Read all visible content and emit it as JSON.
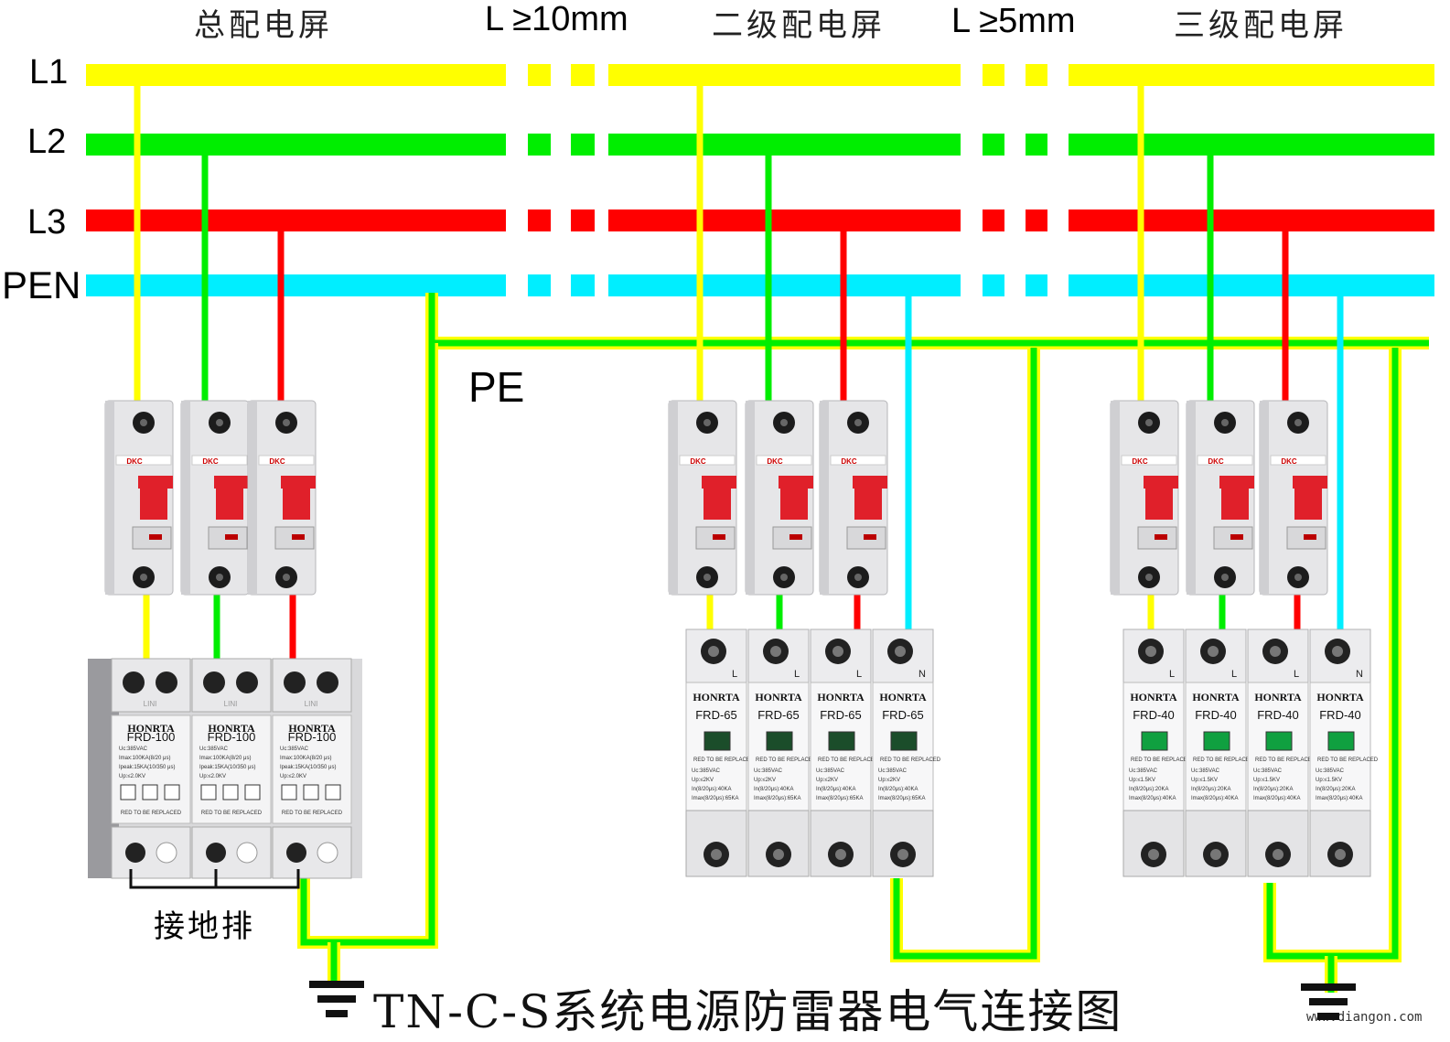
{
  "headers": {
    "main_panel": "总配电屏",
    "distance_1": "L ≥10mm",
    "secondary_panel": "二级配电屏",
    "distance_2": "L ≥5mm",
    "tertiary_panel": "三级配电屏"
  },
  "bus_labels": {
    "l1": "L1",
    "l2": "L2",
    "l3": "L3",
    "pen": "PEN",
    "pe": "PE"
  },
  "ground_bar_label": "接地排",
  "title": "TN-C-S系统电源防雷器电气连接图",
  "watermark": "www.diangon.com",
  "colors": {
    "l1": "#ffff00",
    "l2": "#00ee00",
    "l3": "#ff0000",
    "pen": "#00eeff",
    "breaker_handle": "#e0202a"
  },
  "breaker": {
    "logo": "DKC"
  },
  "spd_groups": [
    {
      "id": "main",
      "brand": "HONRTA",
      "model": "FRD-100",
      "module_count": 3,
      "lini_label": "LINI",
      "spec_lines": [
        "Uc:385VAC",
        "Imax:100KA(8/20 μs)",
        "Ipeak:15KA(10/350 μs)",
        "Up:≤2.0KV"
      ],
      "replace_note": "RED TO BE REPLACED"
    },
    {
      "id": "secondary",
      "brand": "HONRTA",
      "model": "FRD-65",
      "module_count": 4,
      "terminal_marks": [
        "L",
        "L",
        "L",
        "N"
      ],
      "spec_lines": [
        "Uc:385VAC",
        "Up:≤2KV",
        "In(8/20μs):40KA",
        "Imax(8/20μs):65KA"
      ],
      "replace_note": "RED TO BE REPLACED"
    },
    {
      "id": "tertiary",
      "brand": "HONRTA",
      "model": "FRD-40",
      "module_count": 4,
      "terminal_marks": [
        "L",
        "L",
        "L",
        "N"
      ],
      "spec_lines": [
        "Uc:385VAC",
        "Up:≤1.5KV",
        "In(8/20μs):20KA",
        "Imax(8/20μs):40KA"
      ],
      "replace_note": "RED TO BE REPLACED"
    }
  ]
}
